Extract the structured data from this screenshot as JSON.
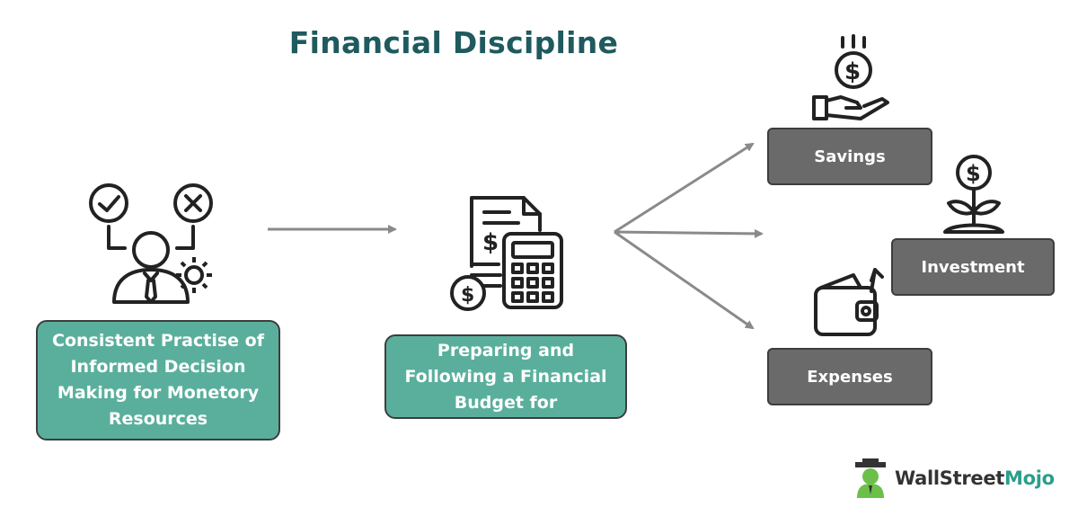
{
  "title": "Financial Discipline",
  "left_box": "Consistent Practise of Informed Decision Making for Monetory Resources",
  "middle_box": "Preparing and Following a Financial Budget for",
  "outcomes": [
    "Savings",
    "Investment",
    "Expenses"
  ],
  "logo": {
    "part1": "WallStreet",
    "part2": "Mojo"
  },
  "colors": {
    "title": "#1e5a5e",
    "green_box": "#5aaf9c",
    "grey_box": "#6a6a6a",
    "arrow": "#8a8a8a",
    "logo_accent": "#2b9e8a"
  },
  "icons": [
    "decision-person-icon",
    "budget-calculator-icon",
    "savings-hand-coin-icon",
    "investment-plant-icon",
    "expenses-wallet-icon",
    "wallstreetmojo-logo-icon"
  ]
}
